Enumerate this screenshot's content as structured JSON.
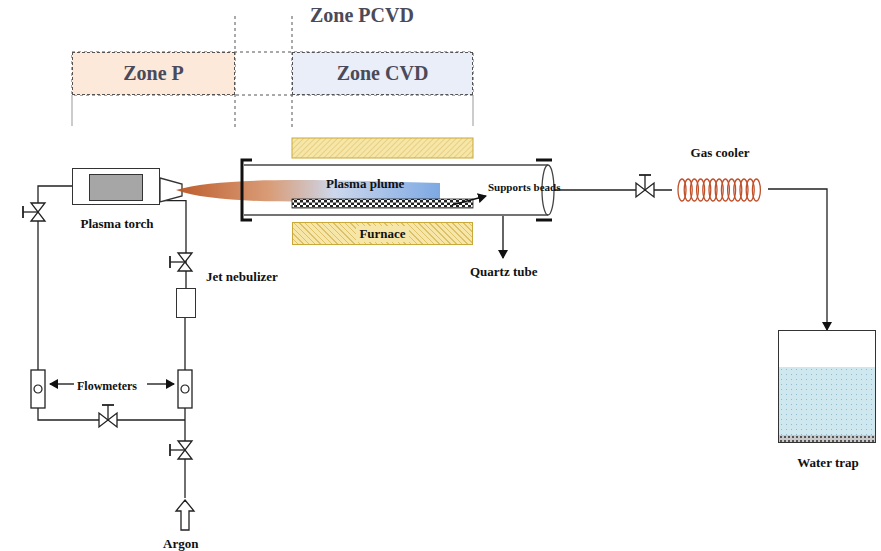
{
  "diagram": {
    "nodes": [
      {
        "text": [
          "Zone P"
        ]
      },
      {
        "text": [
          "Zone CVD"
        ]
      },
      {
        "text": [
          "Plasma torch"
        ]
      },
      {
        "text": [
          "Jet nebulizer"
        ]
      },
      {
        "text": [
          "Furnace"
        ]
      },
      {
        "text": [
          "Gas cooler"
        ]
      },
      {
        "text": [
          "Water trap"
        ]
      }
    ],
    "edges": [
      {
        "from": 3,
        "to": 2,
        "arrow": "none"
      },
      {
        "from": 5,
        "to": 6,
        "arrow": "to"
      }
    ],
    "labels": [
      "Zone PCVD",
      "Plasma plume",
      "Supports beads",
      "Quartz tube",
      "Flowmeters",
      "Argon"
    ]
  }
}
